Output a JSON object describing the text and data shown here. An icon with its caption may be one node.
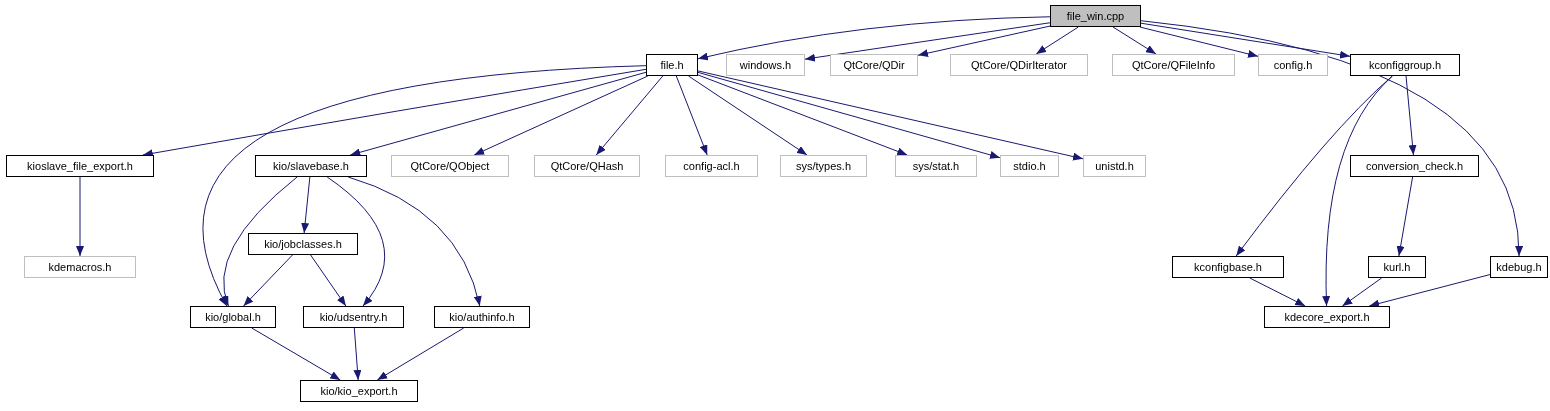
{
  "diagram": {
    "nodes": [
      {
        "text": [
          "file_win.cpp"
        ]
      },
      {
        "text": [
          "file.h"
        ]
      },
      {
        "text": [
          "windows.h"
        ]
      },
      {
        "text": [
          "QtCore/QDir"
        ]
      },
      {
        "text": [
          "QtCore/QDirIterator"
        ]
      },
      {
        "text": [
          "QtCore/QFileInfo"
        ]
      },
      {
        "text": [
          "config.h"
        ]
      },
      {
        "text": [
          "kconfiggroup.h"
        ]
      },
      {
        "text": [
          "kioslave_file_export.h"
        ]
      },
      {
        "text": [
          "kio/slavebase.h"
        ]
      },
      {
        "text": [
          "QtCore/QObject"
        ]
      },
      {
        "text": [
          "QtCore/QHash"
        ]
      },
      {
        "text": [
          "config-acl.h"
        ]
      },
      {
        "text": [
          "sys/types.h"
        ]
      },
      {
        "text": [
          "sys/stat.h"
        ]
      },
      {
        "text": [
          "stdio.h"
        ]
      },
      {
        "text": [
          "unistd.h"
        ]
      },
      {
        "text": [
          "kdemacros.h"
        ]
      },
      {
        "text": [
          "kio/jobclasses.h"
        ]
      },
      {
        "text": [
          "kio/global.h"
        ]
      },
      {
        "text": [
          "kio/udsentry.h"
        ]
      },
      {
        "text": [
          "kio/authinfo.h"
        ]
      },
      {
        "text": [
          "kio/kio_export.h"
        ]
      },
      {
        "text": [
          "conversion_check.h"
        ]
      },
      {
        "text": [
          "kconfigbase.h"
        ]
      },
      {
        "text": [
          "kurl.h"
        ]
      },
      {
        "text": [
          "kdebug.h"
        ]
      },
      {
        "text": [
          "kdecore_export.h"
        ]
      }
    ],
    "edges": [
      {
        "from": 0,
        "to": 1,
        "arrow": "to"
      },
      {
        "from": 0,
        "to": 2,
        "arrow": "to"
      },
      {
        "from": 0,
        "to": 3,
        "arrow": "to"
      },
      {
        "from": 0,
        "to": 4,
        "arrow": "to"
      },
      {
        "from": 0,
        "to": 5,
        "arrow": "to"
      },
      {
        "from": 0,
        "to": 6,
        "arrow": "to"
      },
      {
        "from": 0,
        "to": 7,
        "arrow": "to"
      },
      {
        "from": 0,
        "to": 26,
        "arrow": "to"
      },
      {
        "from": 1,
        "to": 8,
        "arrow": "to"
      },
      {
        "from": 1,
        "to": 9,
        "arrow": "to"
      },
      {
        "from": 1,
        "to": 10,
        "arrow": "to"
      },
      {
        "from": 1,
        "to": 11,
        "arrow": "to"
      },
      {
        "from": 1,
        "to": 12,
        "arrow": "to"
      },
      {
        "from": 1,
        "to": 13,
        "arrow": "to"
      },
      {
        "from": 1,
        "to": 14,
        "arrow": "to"
      },
      {
        "from": 1,
        "to": 15,
        "arrow": "to"
      },
      {
        "from": 1,
        "to": 16,
        "arrow": "to"
      },
      {
        "from": 1,
        "to": 19,
        "arrow": "to"
      },
      {
        "from": 7,
        "to": 24,
        "arrow": "to"
      },
      {
        "from": 7,
        "to": 27,
        "arrow": "to"
      },
      {
        "from": 7,
        "to": 23,
        "arrow": "to"
      },
      {
        "from": 8,
        "to": 17,
        "arrow": "to"
      },
      {
        "from": 9,
        "to": 19,
        "arrow": "to"
      },
      {
        "from": 9,
        "to": 18,
        "arrow": "to"
      },
      {
        "from": 9,
        "to": 20,
        "arrow": "to"
      },
      {
        "from": 9,
        "to": 21,
        "arrow": "to"
      },
      {
        "from": 18,
        "to": 19,
        "arrow": "to"
      },
      {
        "from": 18,
        "to": 20,
        "arrow": "to"
      },
      {
        "from": 19,
        "to": 22,
        "arrow": "to"
      },
      {
        "from": 20,
        "to": 22,
        "arrow": "to"
      },
      {
        "from": 21,
        "to": 22,
        "arrow": "to"
      },
      {
        "from": 23,
        "to": 25,
        "arrow": "to"
      },
      {
        "from": 25,
        "to": 27,
        "arrow": "to"
      },
      {
        "from": 24,
        "to": 27,
        "arrow": "to"
      },
      {
        "from": 26,
        "to": 27,
        "arrow": "to"
      }
    ]
  }
}
